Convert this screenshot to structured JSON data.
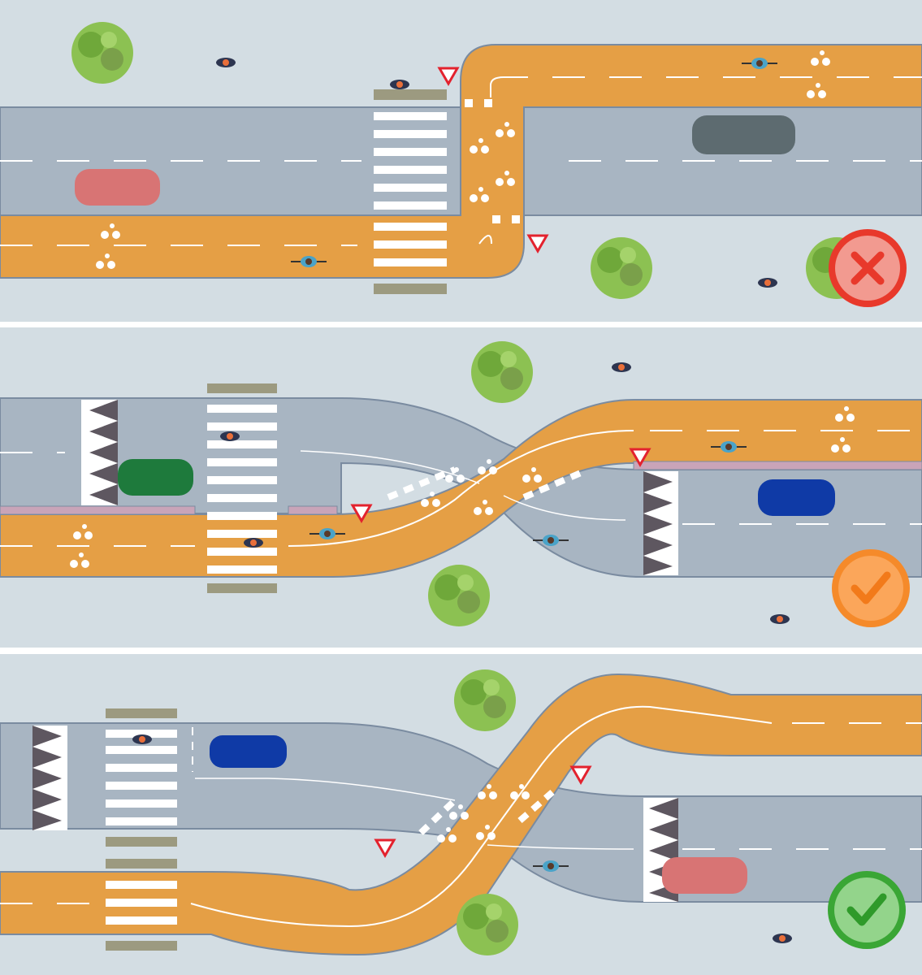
{
  "panels": [
    {
      "verdict": "bad",
      "badge_icon": "cross-icon",
      "badge_color": "#e8392b"
    },
    {
      "verdict": "acceptable",
      "badge_icon": "check-icon",
      "badge_color": "#f58a2a"
    },
    {
      "verdict": "good",
      "badge_icon": "check-icon",
      "badge_color": "#3aa635"
    }
  ],
  "colors": {
    "ground": "#d3dde3",
    "road": "#a8b5c2",
    "road_edge": "#7a8ba0",
    "bike_lane": "#e59f45",
    "tree": "#7cb342"
  }
}
